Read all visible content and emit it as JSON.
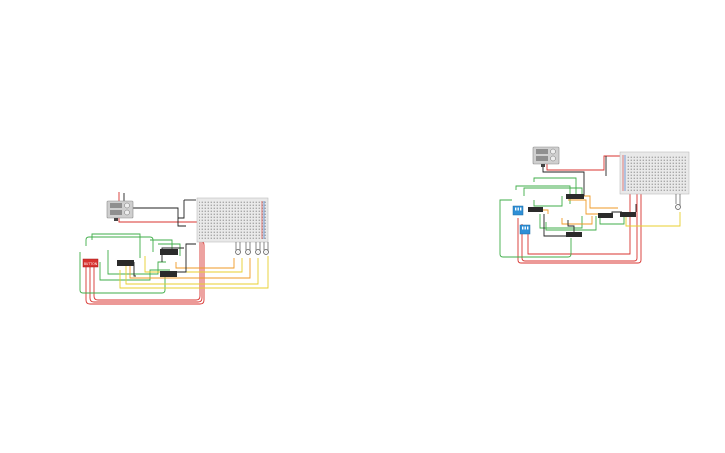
{
  "canvas": {
    "title": "",
    "background": "#ffffff"
  },
  "colors": {
    "wire_red": "#d8332f",
    "wire_green": "#3fae49",
    "wire_yellow": "#e8cf2e",
    "wire_orange": "#ef9a26",
    "wire_black": "#222222",
    "wire_gray": "#9a9a9a",
    "breadboard": "#e9e9e9",
    "chip": "#2b2b2b",
    "switch_blue": "#2f8fd6",
    "button_red": "#d8332f",
    "power_supply": "#cfcfcf"
  },
  "circuit_left": {
    "power_supply": {
      "name": "power-supply",
      "icon": "power-supply-icon"
    },
    "breadboard": {
      "name": "breadboard",
      "icon": "breadboard-icon"
    },
    "chips": 3,
    "leds": 4,
    "button": {
      "label": "BUTTON",
      "icon": "push-button-icon"
    }
  },
  "circuit_right": {
    "power_supply": {
      "name": "power-supply",
      "icon": "power-supply-icon"
    },
    "breadboard": {
      "name": "breadboard",
      "icon": "breadboard-icon"
    },
    "chips": 5,
    "leds": 1,
    "dip_switches": 2
  }
}
